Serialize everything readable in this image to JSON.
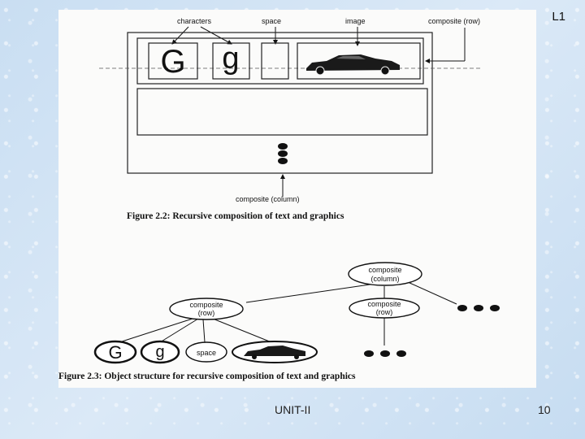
{
  "slide": {
    "corner_label": "L1",
    "footer_left": "UNIT-II",
    "page_number": "10"
  },
  "figure_2_2": {
    "label_characters": "characters",
    "label_space": "space",
    "label_image": "image",
    "label_composite_row": "composite (row)",
    "glyph_G": "G",
    "glyph_g": "g",
    "label_composite_column": "composite (column)",
    "caption": "Figure 2.2: Recursive composition of text and graphics"
  },
  "figure_2_3": {
    "root_line1": "composite",
    "root_line2": "(column)",
    "left_line1": "composite",
    "left_line2": "(row)",
    "right_line1": "composite",
    "right_line2": "(row)",
    "leaf_G": "G",
    "leaf_g": "g",
    "leaf_space": "space",
    "caption": "Figure 2.3: Object structure for recursive composition of text and graphics"
  }
}
